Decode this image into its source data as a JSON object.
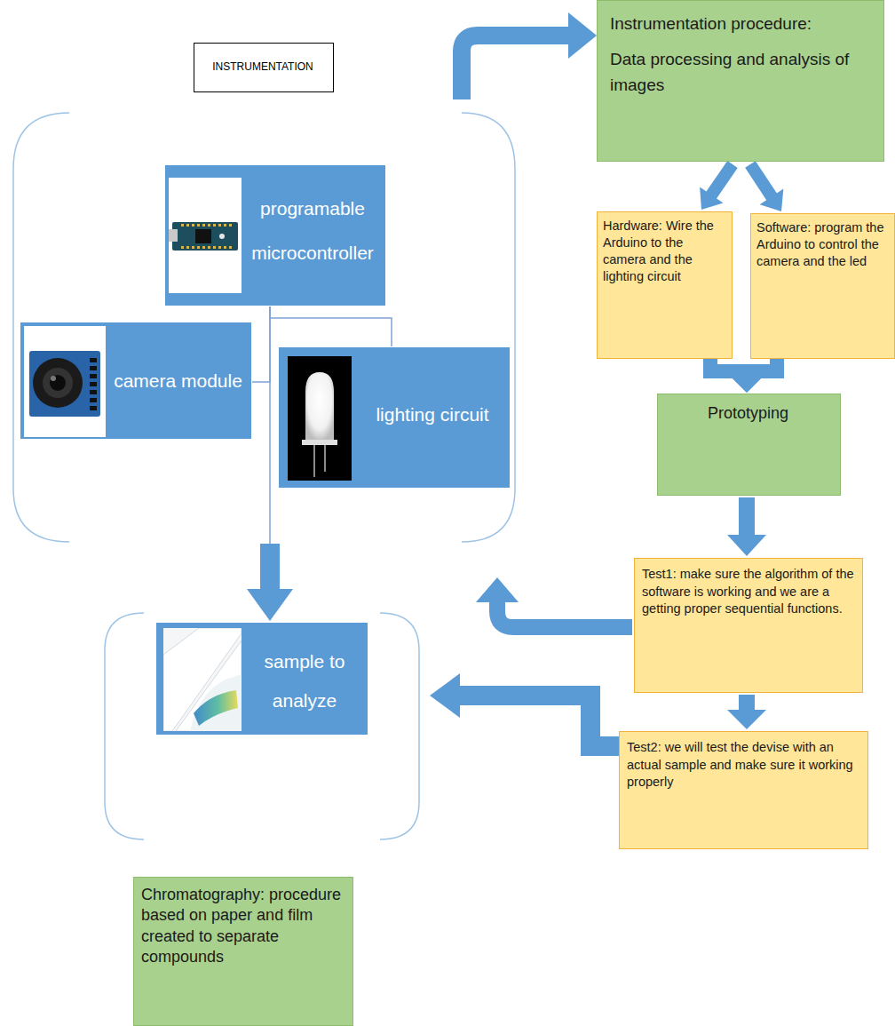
{
  "diagram": {
    "nodes": [
      {
        "text": [
          "INSTRUMENTATION"
        ]
      },
      {
        "text": [
          "Instrumentation procedure:",
          "Data processing and analysis of images"
        ]
      },
      {
        "text": [
          "programable microcontroller"
        ]
      },
      {
        "text": [
          "Hardware: Wire the Arduino to the camera and the lighting circuit"
        ]
      },
      {
        "text": [
          "Software: program the Arduino to control the camera and the led"
        ]
      },
      {
        "text": [
          "camera module"
        ]
      },
      {
        "text": [
          "lighting circuit"
        ]
      },
      {
        "text": [
          "Prototyping"
        ]
      },
      {
        "text": [
          "Test1: make sure the algorithm of the software is working and we are a getting proper sequential functions."
        ]
      },
      {
        "text": [
          "sample to analyze"
        ]
      },
      {
        "text": [
          "Test2: we will test the devise with an actual sample and make sure it working properly"
        ]
      },
      {
        "text": [
          "Chromatography: procedure based on paper and film created to separate compounds"
        ]
      }
    ],
    "edges": [
      {
        "from": 2,
        "to": 5,
        "arrow": "none"
      },
      {
        "from": 2,
        "to": 6,
        "arrow": "none"
      },
      {
        "from": 2,
        "to": 9,
        "arrow": "to"
      },
      {
        "from": 1,
        "to": 3,
        "arrow": "to"
      },
      {
        "from": 1,
        "to": 4,
        "arrow": "to"
      },
      {
        "from": 3,
        "to": 7,
        "arrow": "to"
      },
      {
        "from": 4,
        "to": 7,
        "arrow": "to"
      },
      {
        "from": 7,
        "to": 8,
        "arrow": "to"
      },
      {
        "from": 8,
        "to": 10,
        "arrow": "to"
      },
      {
        "from": 10,
        "to": 9,
        "arrow": "to"
      }
    ]
  }
}
